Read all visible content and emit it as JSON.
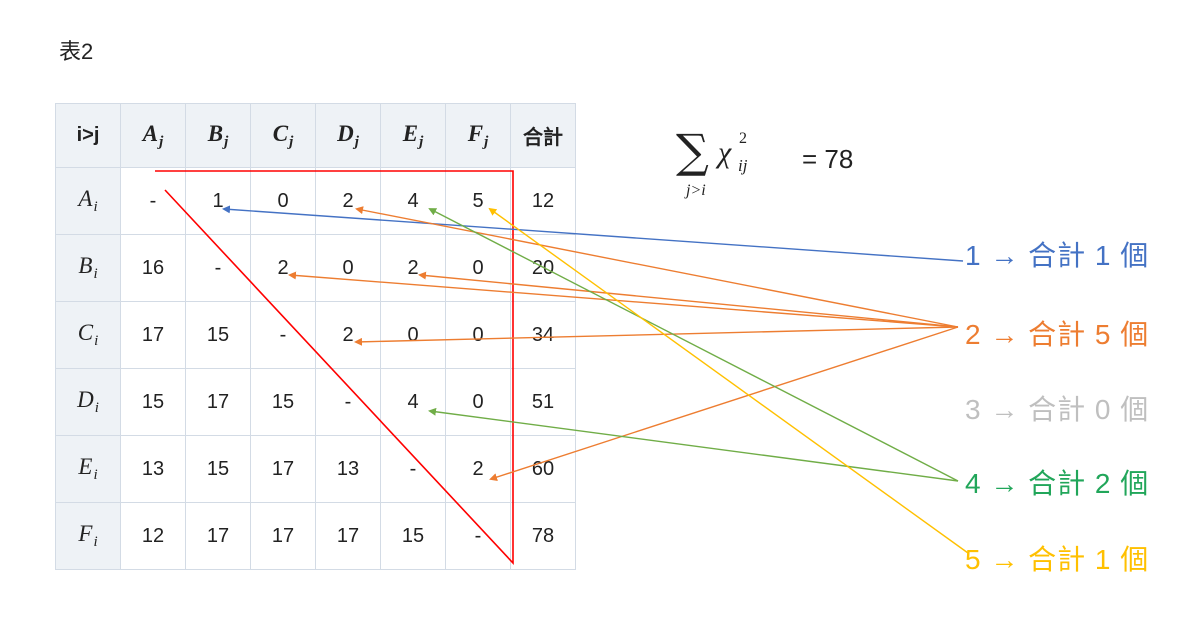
{
  "caption": "表2",
  "table": {
    "corner": "i>j",
    "col_vars": [
      "A",
      "B",
      "C",
      "D",
      "E",
      "F"
    ],
    "col_sub": "j",
    "total_label": "合計",
    "row_vars": [
      "A",
      "B",
      "C",
      "D",
      "E",
      "F"
    ],
    "row_sub": "i",
    "rows": [
      [
        "-",
        "1",
        "0",
        "2",
        "4",
        "5",
        "12"
      ],
      [
        "16",
        "-",
        "2",
        "0",
        "2",
        "0",
        "20"
      ],
      [
        "17",
        "15",
        "-",
        "2",
        "0",
        "0",
        "34"
      ],
      [
        "15",
        "17",
        "15",
        "-",
        "4",
        "0",
        "51"
      ],
      [
        "13",
        "15",
        "17",
        "13",
        "-",
        "2",
        "60"
      ],
      [
        "12",
        "17",
        "17",
        "17",
        "15",
        "-",
        "78"
      ]
    ]
  },
  "formula": {
    "sum_sub": "j>i",
    "symbol": "χ",
    "sup": "2",
    "sub": "ij",
    "rhs": "= 78"
  },
  "legend": [
    {
      "label": "1 → 合計 1 個",
      "color": "#4472c4"
    },
    {
      "label": "2 → 合計 5 個",
      "color": "#ed7d31"
    },
    {
      "label": "3 → 合計 0 個",
      "color": "#bfbfbf"
    },
    {
      "label": "4 → 合計 2 個",
      "color": "#21a65a"
    },
    {
      "label": "5 → 合計 1 個",
      "color": "#ffc000"
    }
  ]
}
